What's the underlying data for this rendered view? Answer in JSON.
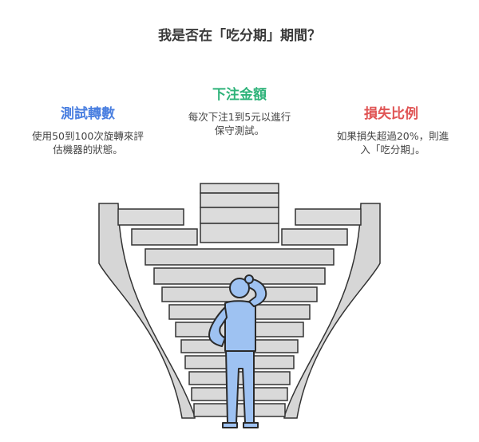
{
  "title": "我是否在「吃分期」期間？",
  "sections": [
    {
      "title": "測試轉數",
      "color": "#4a7fe0",
      "lines": [
        "使用50到100次旋轉來評",
        "估機器的狀態。"
      ]
    },
    {
      "title": "下注金額",
      "color": "#2fb37a",
      "lines": [
        "每次下注1到5元以進行",
        "保守測試。"
      ]
    },
    {
      "title": "損失比例",
      "color": "#e05555",
      "lines": [
        "如果損失超過20%，則進",
        "入「吃分期」。"
      ]
    }
  ]
}
